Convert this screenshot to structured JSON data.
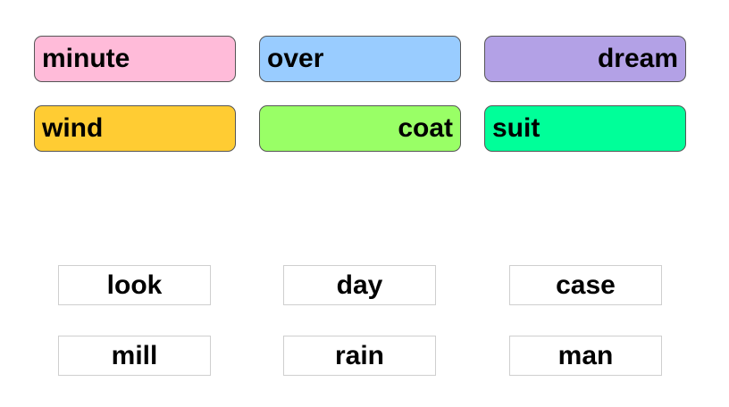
{
  "targets": [
    {
      "text": "minute",
      "color": "#ffbbd9",
      "align": "left"
    },
    {
      "text": "over",
      "color": "#99ccff",
      "align": "left"
    },
    {
      "text": "dream",
      "color": "#b3a1e6",
      "align": "right"
    },
    {
      "text": "wind",
      "color": "#ffcc33",
      "align": "left"
    },
    {
      "text": "coat",
      "color": "#99ff66",
      "align": "right"
    },
    {
      "text": "suit",
      "color": "#00ff99",
      "align": "left"
    }
  ],
  "words": [
    "look",
    "day",
    "case",
    "mill",
    "rain",
    "man"
  ]
}
